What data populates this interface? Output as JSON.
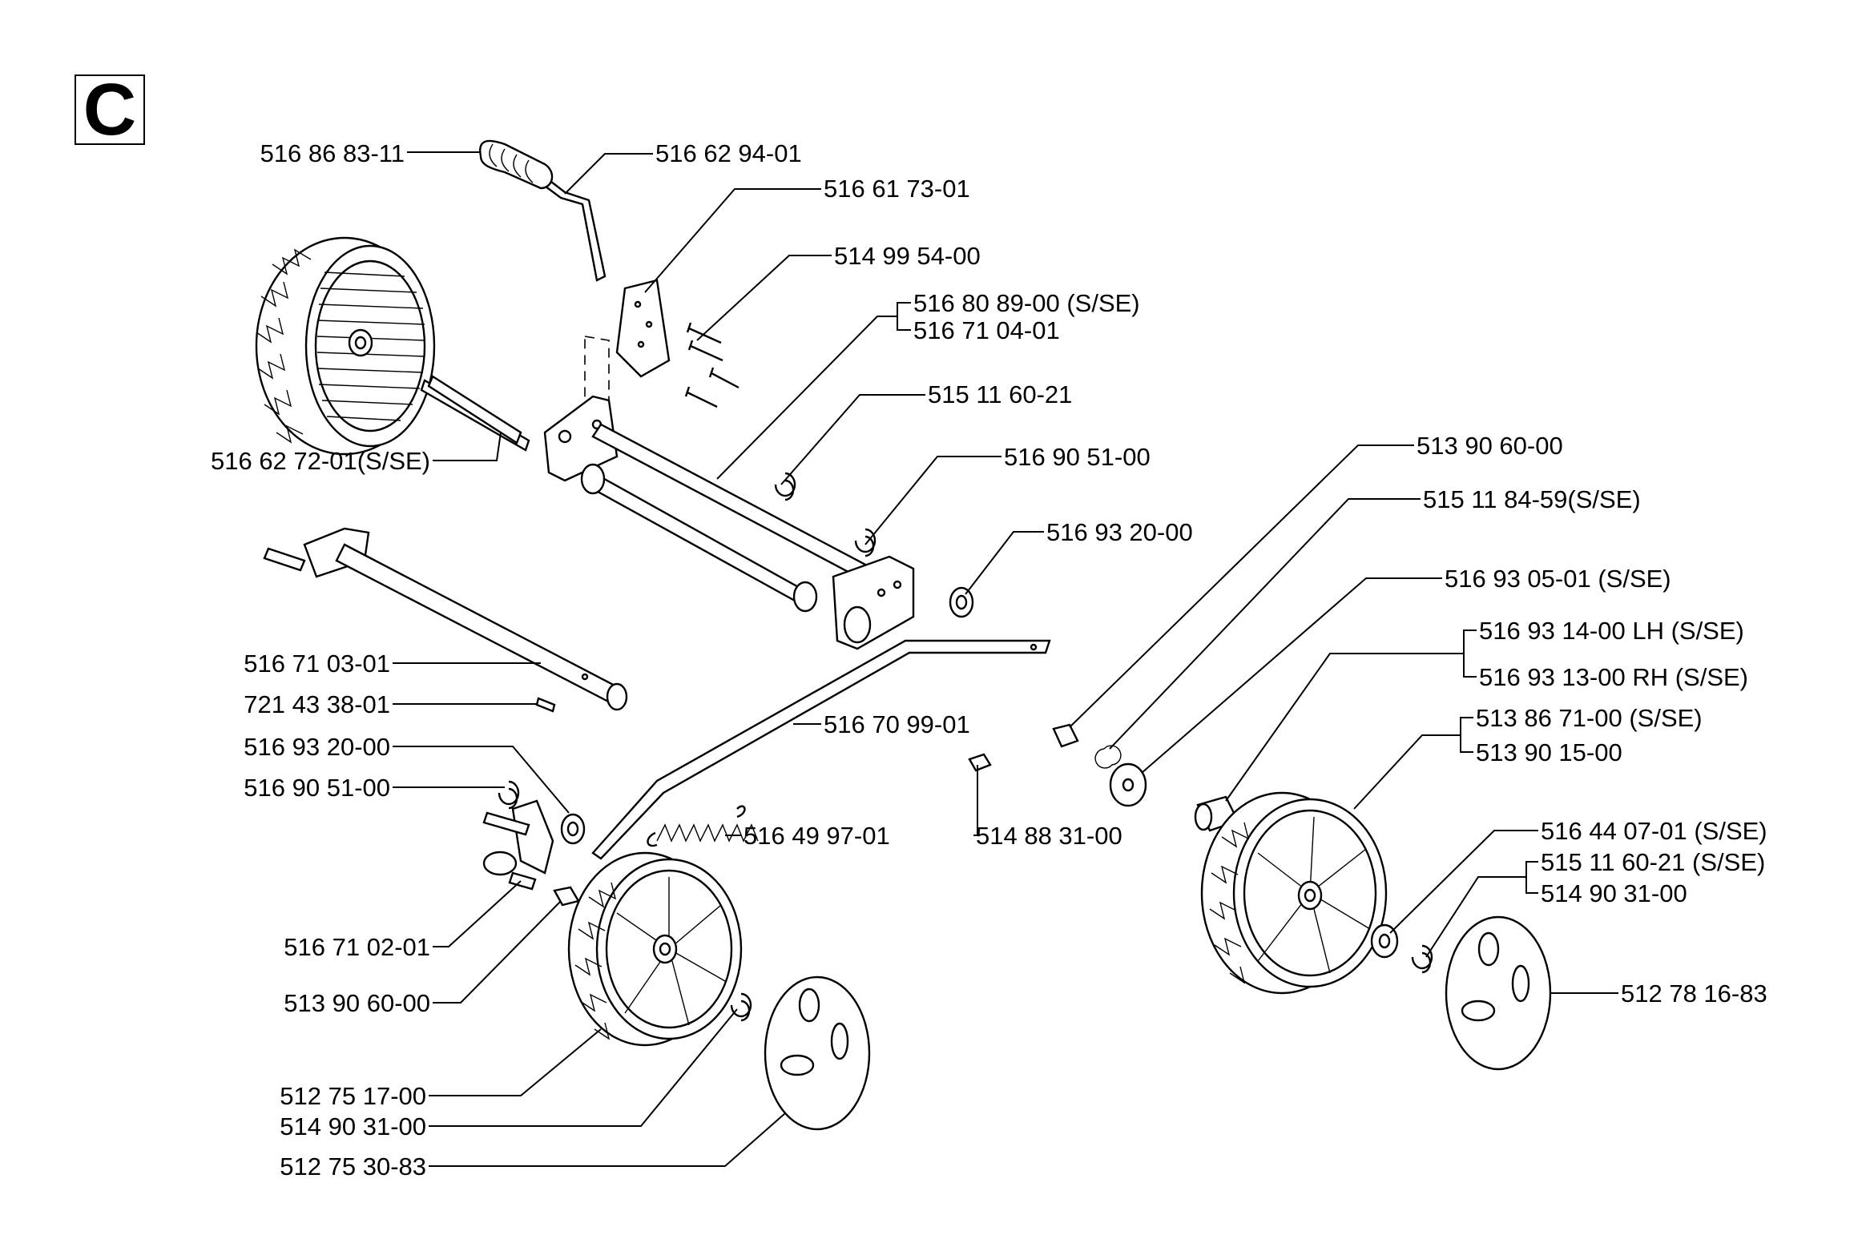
{
  "section": "C",
  "labels": [
    "516 86 83-11",
    "516 62 94-01",
    "516 61 73-01",
    "514 99 54-00",
    "516 80 89-00 (S/SE)",
    "516 71 04-01",
    "515 11 60-21",
    "516 62 72-01(S/SE)",
    "516 90 51-00",
    "516 93 20-00",
    "513 90 60-00",
    "515 11 84-59(S/SE)",
    "516 93 05-01 (S/SE)",
    "516 93 14-00 LH (S/SE)",
    "516 93 13-00 RH (S/SE)",
    "516 71 03-01",
    "721 43 38-01",
    "516 70 99-01",
    "513 86 71-00 (S/SE)",
    "513 90 15-00",
    "516 93 20-00",
    "516 90 51-00",
    "516 49 97-01",
    "514 88 31-00",
    "516 44 07-01 (S/SE)",
    "515 11 60-21 (S/SE)",
    "514 90 31-00",
    "516 71 02-01",
    "513 90 60-00",
    "512 78 16-83",
    "512 75 17-00",
    "514 90 31-00",
    "512 75 30-83"
  ]
}
